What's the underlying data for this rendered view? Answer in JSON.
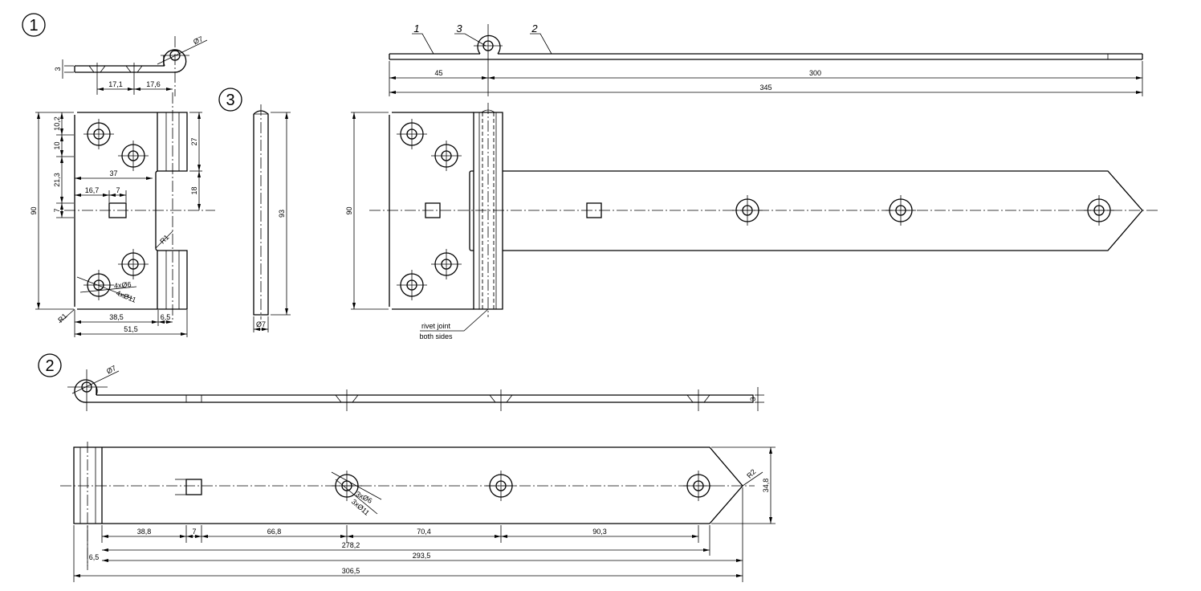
{
  "part_labels": {
    "p1": "1",
    "p2": "2",
    "p3": "3"
  },
  "part1": {
    "top_thickness": "3",
    "top_d1": "17,1",
    "top_d2": "17,6",
    "knuckle_dia": "Ø7",
    "height": "90",
    "d_10_2": "10,2",
    "d_10": "10",
    "d_21_3": "21,3",
    "d_7v": "7",
    "d_27": "27",
    "d_18": "18",
    "d_37": "37",
    "d_16_7": "16,7",
    "d_7h": "7",
    "d_38_5": "38,5",
    "d_6_5": "6,5",
    "d_51_5": "51,5",
    "r1_corner": "R1",
    "r1_cut": "R1",
    "holes_small": "4xØ6",
    "holes_large": "4xØ11"
  },
  "part3": {
    "length": "93",
    "dia": "Ø7"
  },
  "assembly": {
    "leader_1": "1",
    "leader_3": "3",
    "leader_2": "2",
    "d_45": "45",
    "d_300": "300",
    "d_345": "345",
    "height": "90",
    "rivet_note_1": "rivet joint",
    "rivet_note_2": "both sides"
  },
  "part2": {
    "knuckle_dia": "Ø7",
    "thickness": "3",
    "d_38_8": "38,8",
    "d_7": "7",
    "d_66_8": "66,8",
    "d_70_4": "70,4",
    "d_90_3": "90,3",
    "d_278_2": "278,2",
    "d_293_5": "293,5",
    "d_306_5": "306,5",
    "d_6_5": "6,5",
    "width": "34,8",
    "tip_radius": "R2",
    "holes_small": "3xØ6",
    "holes_large": "3xØ11"
  }
}
